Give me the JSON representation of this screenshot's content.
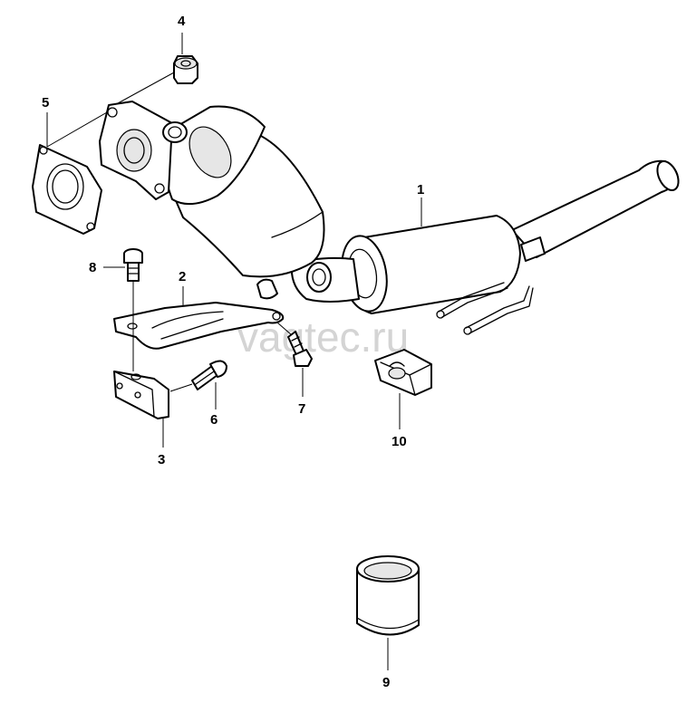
{
  "watermark": "vagtec.ru",
  "callouts": {
    "c1": "1",
    "c2": "2",
    "c3": "3",
    "c4": "4",
    "c5": "5",
    "c6": "6",
    "c7": "7",
    "c8": "8",
    "c9": "9",
    "c10": "10"
  }
}
